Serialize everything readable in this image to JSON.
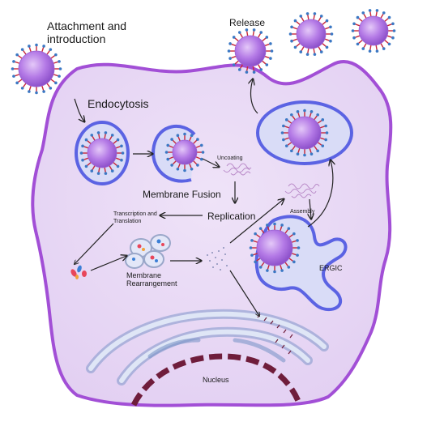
{
  "labels": {
    "attachment_line1": "Attachment and",
    "attachment_line2": "introduction",
    "endocytosis": "Endocytosis",
    "release": "Release",
    "uncoating": "Uncoating",
    "membrane_fusion": "Membrane Fusion",
    "replication": "Replication",
    "transcription_line1": "Transcription and",
    "transcription_line2": "Translation",
    "assembly": "Assembly",
    "membrane_rearrangement_line1": "Membrane",
    "membrane_rearrangement_line2": "Rearrangement",
    "ergic": "ERGIC",
    "nucleus": "Nucleus"
  },
  "colors": {
    "cell_fill": "#e8d8f4",
    "cell_border": "#a24fd6",
    "vesicle_fill": "#d9dcf7",
    "vesicle_border": "#5b63e3",
    "virus_core": "#b47ae6",
    "spike_red": "#c8283a",
    "spike_blue": "#3b78c4",
    "nucleus_border": "#6f1d3b",
    "er_fill": "#c9d6ee",
    "er_border": "#7d96c8"
  },
  "icons": [
    "virion-icon",
    "arrow-icon",
    "rna-coil-icon",
    "protein-fragments-icon"
  ]
}
